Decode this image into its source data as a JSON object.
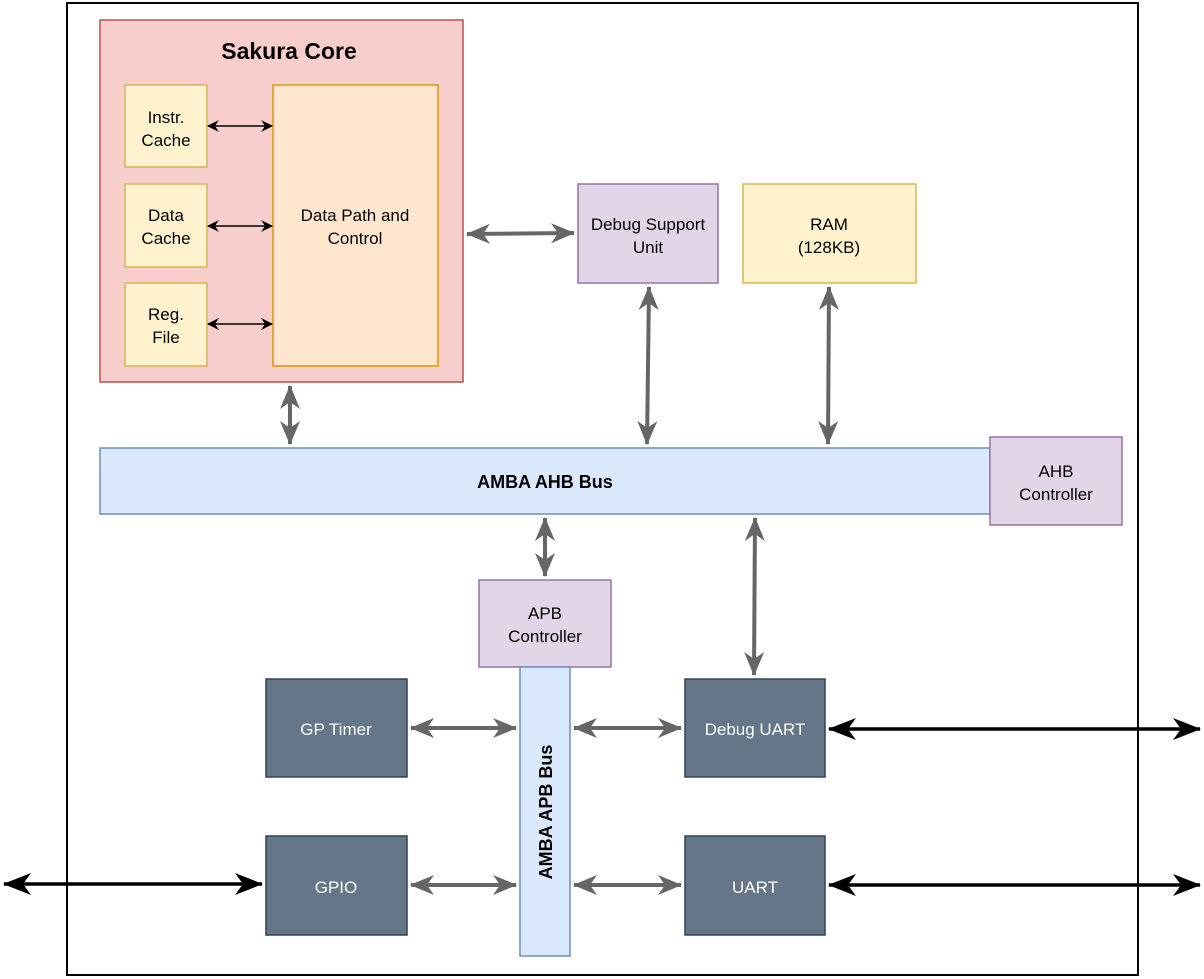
{
  "sakura_core": {
    "title": "Sakura Core",
    "instr_cache": [
      "Instr.",
      "Cache"
    ],
    "data_cache": [
      "Data",
      "Cache"
    ],
    "reg_file": [
      "Reg.",
      "File"
    ],
    "data_path": [
      "Data Path and",
      "Control"
    ]
  },
  "debug_support_unit": [
    "Debug Support",
    "Unit"
  ],
  "ram": [
    "RAM",
    "(128KB)"
  ],
  "ahb_bus": "AMBA AHB Bus",
  "ahb_controller": [
    "AHB",
    "Controller"
  ],
  "apb_controller": [
    "APB",
    "Controller"
  ],
  "apb_bus": "AMBA APB Bus",
  "gp_timer": "GP Timer",
  "gpio": "GPIO",
  "debug_uart": "Debug UART",
  "uart": "UART",
  "colors": {
    "core_fill": "#f8cecc",
    "core_stroke": "#b85450",
    "yellow_fill": "#fff2cc",
    "yellow_stroke": "#d6b656",
    "orange_fill": "#ffe6cc",
    "orange_stroke": "#d79b00",
    "purple_fill": "#e1d5e7",
    "purple_stroke": "#9673a6",
    "blue_fill": "#dae8fc",
    "blue_stroke": "#6c8ebf",
    "peripheral_fill": "#647687",
    "peripheral_stroke": "#314354",
    "bus_arrow": "#666666"
  }
}
